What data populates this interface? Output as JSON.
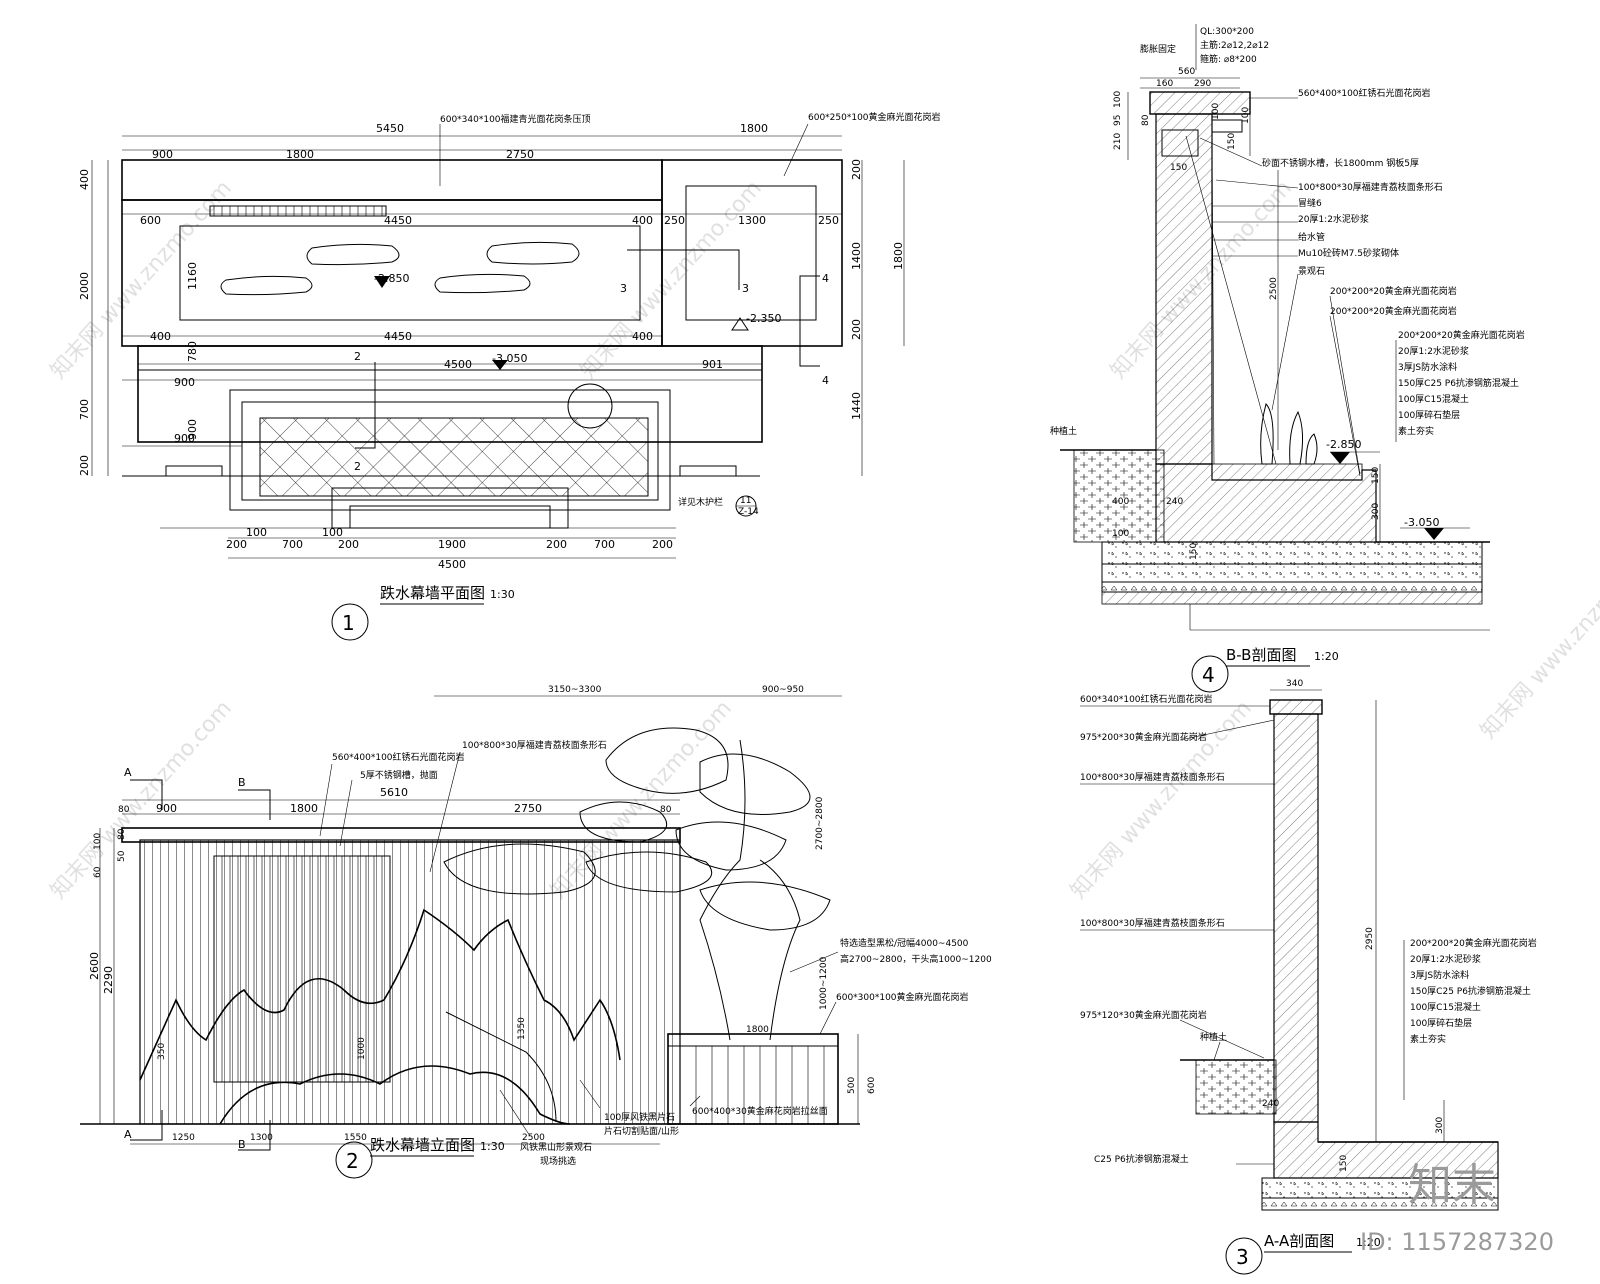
{
  "watermark": {
    "brand": "知末网 www.znzmo.com",
    "logo": "知末",
    "id_label": "ID: 1157287320"
  },
  "plan": {
    "title": "跌水幕墙平面图",
    "scale": "1:30",
    "number": "1",
    "top_note": "600*340*100福建青光面花岗条压顶",
    "right_note": "600*250*100黄金麻光面花岗岩",
    "railing_note": "详见木护栏",
    "detail_ref": "11",
    "detail_sheet": "Z-14",
    "dims_top": [
      "5450",
      "1800",
      "900",
      "1800",
      "2750",
      "600",
      "4450",
      "400",
      "250",
      "1300",
      "250",
      "400",
      "4450",
      "400",
      "4500",
      "901",
      "900",
      "900"
    ],
    "dims_left": [
      "400",
      "2000",
      "700",
      "200",
      "1160",
      "780",
      "900"
    ],
    "dims_right": [
      "200",
      "1400",
      "1800",
      "200",
      "1440"
    ],
    "dims_bottom": [
      "200",
      "100",
      "700",
      "100",
      "200",
      "1900",
      "200",
      "700",
      "200",
      "4500"
    ],
    "levels": [
      "-2.850",
      "-2.350",
      "-3.050"
    ],
    "section_marks": [
      "2",
      "3",
      "4"
    ]
  },
  "elevation": {
    "title": "跌水幕墙立面图",
    "scale": "1:30",
    "number": "2",
    "section_marks": [
      "A",
      "B"
    ],
    "dims_top": [
      "3150~3300",
      "900~950",
      "5610",
      "80",
      "900",
      "1800",
      "2750",
      "80"
    ],
    "dims_left": [
      "80",
      "100",
      "50",
      "60",
      "2600",
      "2290"
    ],
    "dims_bottom": [
      "1250",
      "1300",
      "1550",
      "2500"
    ],
    "dims_inner": [
      "350",
      "1000",
      "1350",
      "1800",
      "1000~1200",
      "2700~2800",
      "500",
      "600"
    ],
    "notes": [
      "560*400*100红锈石光面花岗岩",
      "5厚不锈钢槽，抛面",
      "100*800*30厚福建青荔枝面条形石",
      "特选造型黑松/冠幅4000~4500",
      "高2700~2800，干头高1000~1200",
      "600*300*100黄金麻光面花岗岩",
      "600*400*30黄金麻花岗岩拉丝面",
      "100厚风铁黑片石",
      "片石切割贴面/山形",
      "风铁黑山形景观石",
      "现场挑选"
    ]
  },
  "section_bb": {
    "title": "B-B剖面图",
    "scale": "1:20",
    "number": "4",
    "header_notes": [
      "QL:300*200",
      "主筋:2⌀12,2⌀12",
      "箍筋: ⌀8*200",
      "膨胀固定"
    ],
    "dims": [
      "560",
      "160",
      "290",
      "210",
      "95",
      "100",
      "80",
      "100",
      "150",
      "100",
      "150",
      "2500",
      "400",
      "240",
      "100",
      "150",
      "300",
      "150"
    ],
    "levels": [
      "-2.850",
      "-3.050"
    ],
    "notes": [
      "560*400*100红锈石光面花岗岩",
      "砂面不锈钢水槽，长1800mm 钢板5厚",
      "100*800*30厚福建青荔枝面条形石",
      "冒缝6",
      "20厚1:2水泥砂浆",
      "给水管",
      "Mu10砼砖M7.5砂浆砌体",
      "景观石",
      "200*200*20黄金麻光面花岗岩",
      "200*200*20黄金麻光面花岗岩",
      "200*200*20黄金麻光面花岗岩",
      "20厚1:2水泥砂浆",
      "3厚JS防水涂料",
      "150厚C25 P6抗渗钢筋混凝土",
      "100厚C15混凝土",
      "100厚碎石垫层",
      "素土夯实",
      "种植土"
    ]
  },
  "section_aa": {
    "title": "A-A剖面图",
    "scale": "1:20",
    "number": "3",
    "dims": [
      "340",
      "2950",
      "240",
      "300",
      "150"
    ],
    "notes": [
      "600*340*100红锈石光面花岗岩",
      "975*200*30黄金麻光面花岗岩",
      "100*800*30厚福建青荔枝面条形石",
      "100*800*30厚福建青荔枝面条形石",
      "975*120*30黄金麻光面花岗岩",
      "种植土",
      "C25 P6抗渗钢筋混凝土",
      "200*200*20黄金麻光面花岗岩",
      "20厚1:2水泥砂浆",
      "3厚JS防水涂料",
      "150厚C25 P6抗渗钢筋混凝土",
      "100厚C15混凝土",
      "100厚碎石垫层",
      "素土夯实"
    ]
  }
}
